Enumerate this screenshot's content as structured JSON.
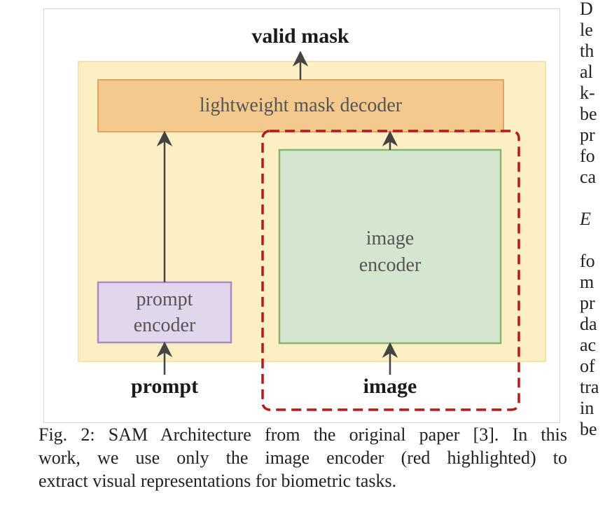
{
  "figure": {
    "labels": {
      "valid_mask": "valid mask",
      "decoder": "lightweight mask decoder",
      "image_encoder_line1": "image",
      "image_encoder_line2": "encoder",
      "prompt_encoder_line1": "prompt",
      "prompt_encoder_line2": "encoder",
      "prompt_input": "prompt",
      "image_input": "image"
    },
    "colors": {
      "outer_box_fill": "#fdefc4",
      "outer_box_stroke": "#f9e3a2",
      "decoder_fill": "#f3c98d",
      "decoder_stroke": "#e8a25a",
      "image_encoder_fill": "#d5e6d0",
      "image_encoder_stroke": "#86b56c",
      "prompt_encoder_fill": "#e2d6ec",
      "prompt_encoder_stroke": "#a88ac6",
      "highlight_dash": "#b91818",
      "arrow": "#444444"
    }
  },
  "caption": {
    "lines": [
      "Fig. 2: SAM Architecture from the original paper [3]. In this",
      "work, we use only the image encoder (red highlighted) to",
      "extract visual representations for biometric tasks."
    ]
  },
  "side_column": {
    "lines": [
      "D",
      "le",
      "th",
      "al",
      "k-",
      "be",
      "pr",
      "fo",
      "ca",
      "",
      "E",
      "",
      "fo",
      "m",
      "pr",
      "da",
      "ac",
      "of",
      "tra",
      "in",
      "be"
    ]
  }
}
